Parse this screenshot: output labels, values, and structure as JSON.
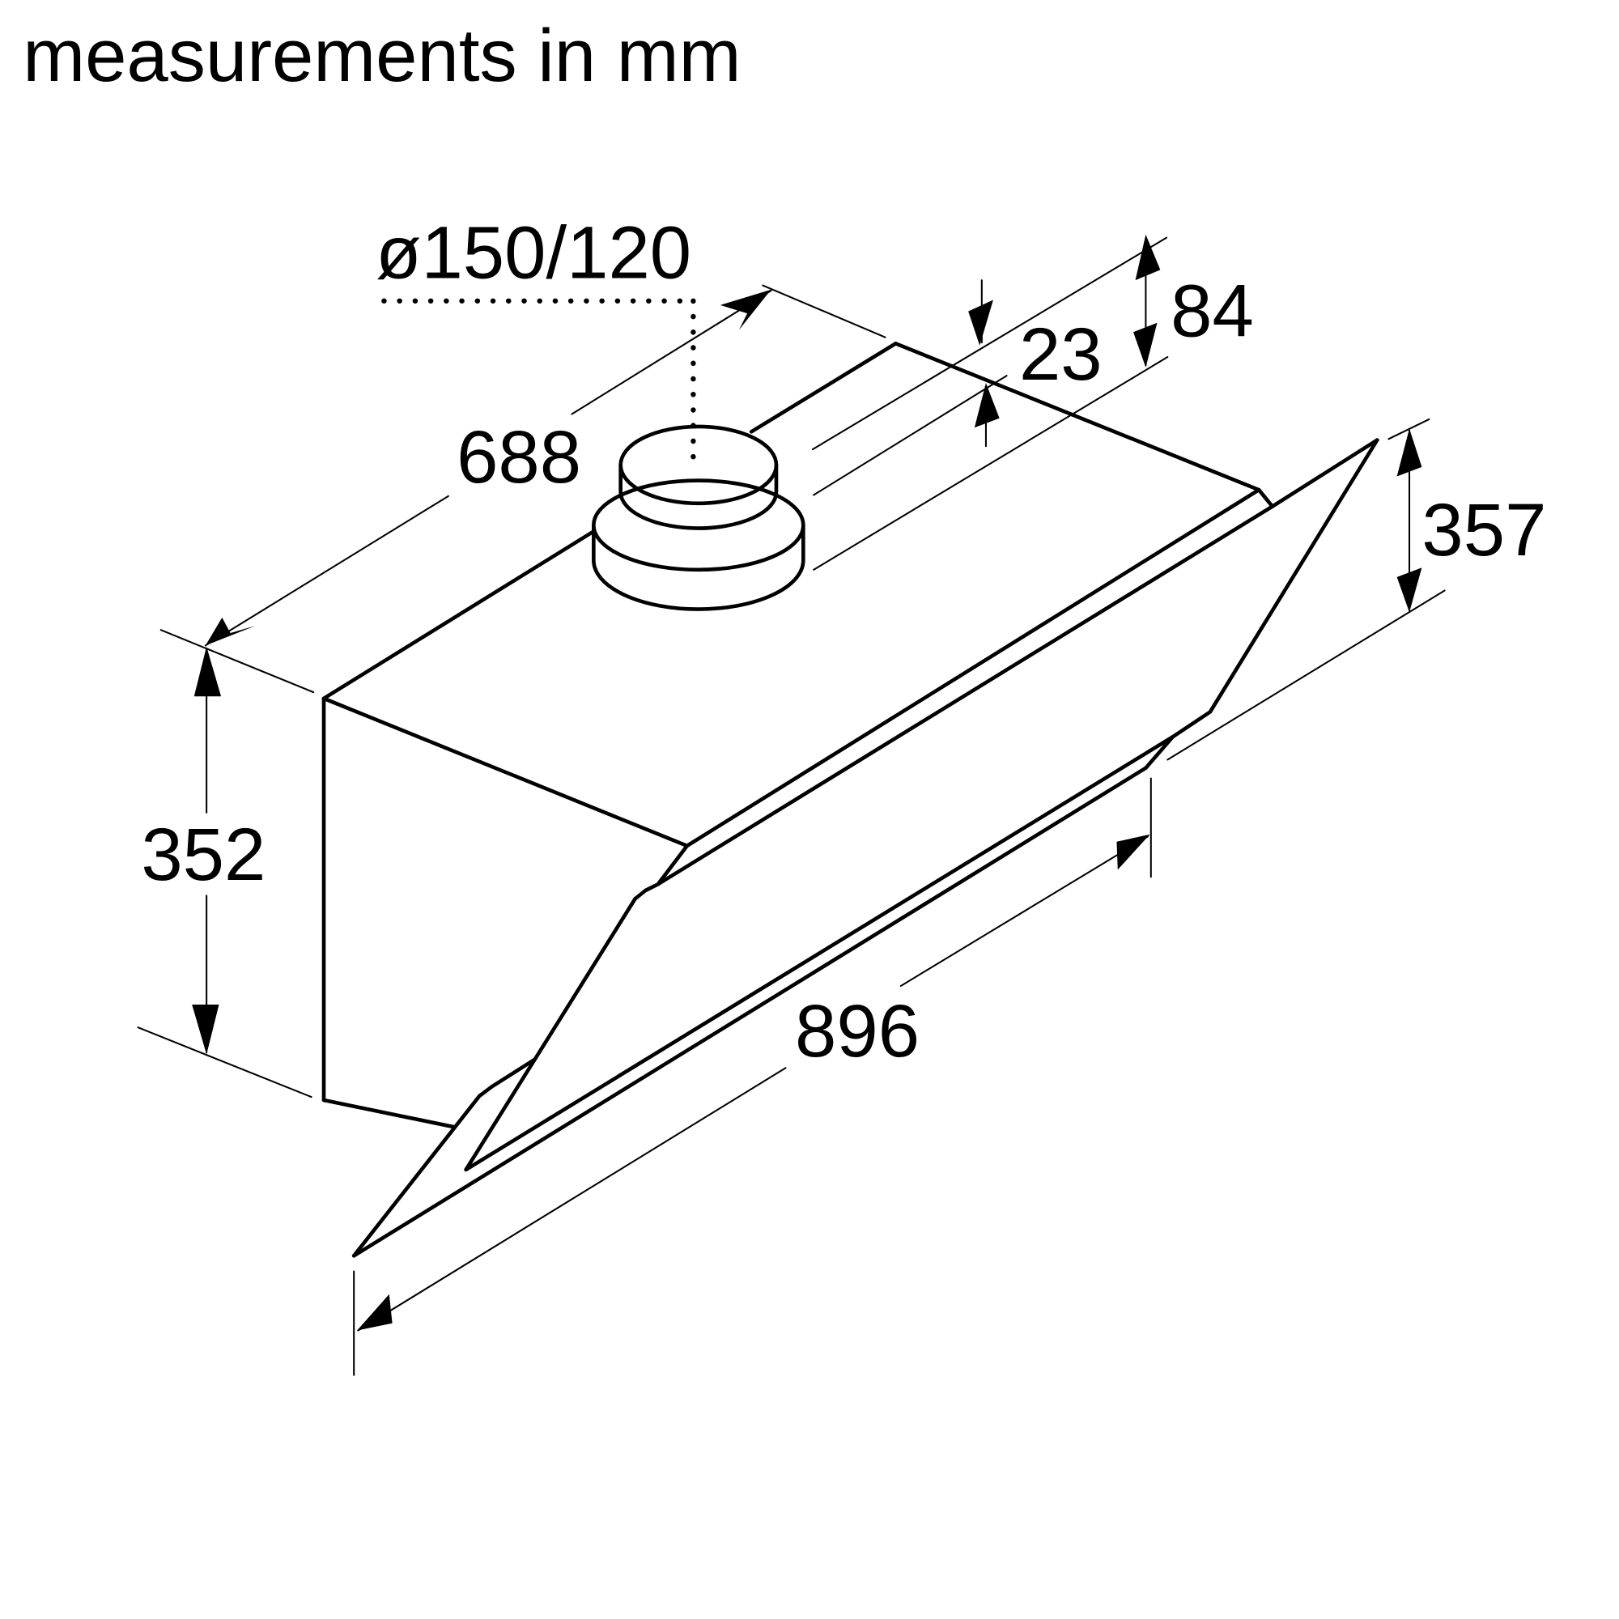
{
  "title": "measurements in mm",
  "diagram": {
    "subject": "wall-mounted cooker hood, isometric dimension drawing",
    "unit": "mm",
    "colors": {
      "line": "#000000",
      "background": "#ffffff"
    },
    "dimensions": {
      "duct_diameter": "ø150/120",
      "depth": "688",
      "height_body": "352",
      "width": "896",
      "height_front_glass": "357",
      "duct_height": "84",
      "duct_offset": "23"
    }
  }
}
